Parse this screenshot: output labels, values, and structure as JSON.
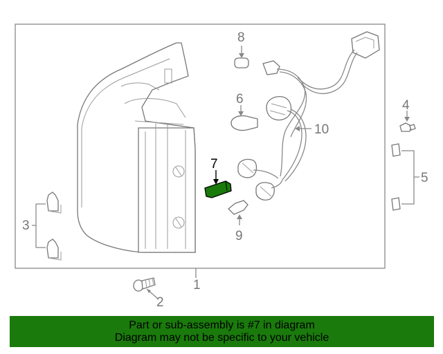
{
  "callouts": {
    "c1": "1",
    "c2": "2",
    "c3": "3",
    "c4": "4",
    "c5": "5",
    "c6": "6",
    "c7": "7",
    "c8": "8",
    "c9": "9",
    "c10": "10"
  },
  "highlight": {
    "part_number": "7",
    "color": "#1a7a0c"
  },
  "banner": {
    "line1": "Part or sub-assembly is #7 in diagram",
    "line2": "Diagram may not be specific to your vehicle",
    "background": "#1a7a0c"
  }
}
